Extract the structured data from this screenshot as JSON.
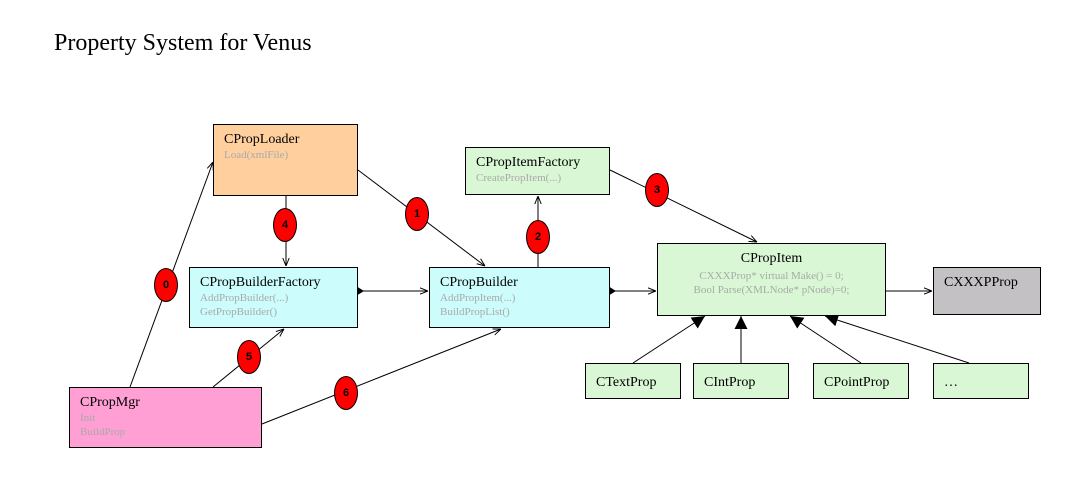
{
  "title": "Property System for Venus",
  "classes": {
    "cproploader": {
      "name": "CPropLoader",
      "methods": [
        "Load(xmlFile)"
      ]
    },
    "cpropitemfactory": {
      "name": "CPropItemFactory",
      "methods": [
        "CreatePropItem(...)"
      ]
    },
    "cpropbuilderfactory": {
      "name": "CPropBuilderFactory",
      "methods": [
        "AddPropBuilder(...)",
        "GetPropBuilder()"
      ]
    },
    "cpropbuilder": {
      "name": "CPropBuilder",
      "methods": [
        "AddPropItem(...)",
        "BuildPropList()"
      ]
    },
    "cpropitem": {
      "name": "CPropItem",
      "methods": [
        "CXXXProp* virtual Make() = 0;",
        "Bool Parse(XMLNode* pNode)=0;"
      ]
    },
    "cxxxprop": {
      "name": "CXXXPProp",
      "methods": []
    },
    "cpropmgr": {
      "name": "CPropMgr",
      "methods": [
        "Init",
        "BuildProp"
      ]
    },
    "ctextprop": {
      "name": "CTextProp",
      "methods": []
    },
    "cintprop": {
      "name": "CIntProp",
      "methods": []
    },
    "cpointprop": {
      "name": "CPointProp",
      "methods": []
    },
    "more": {
      "name": "…",
      "methods": []
    }
  },
  "steps": [
    "0",
    "1",
    "2",
    "3",
    "4",
    "5",
    "6"
  ],
  "colors": {
    "cproploader": "#ffd09e",
    "cpropitemfactory": "#d9f7d4",
    "cpropbuilderfactory": "#ccfcfc",
    "cpropbuilder": "#ccfcfc",
    "cpropitem": "#d9f7d4",
    "cxxxprop": "#c3c1c4",
    "cpropmgr": "#ff9fd4",
    "step_badge": "#ff0000",
    "method_text": "#a9a9a9"
  }
}
